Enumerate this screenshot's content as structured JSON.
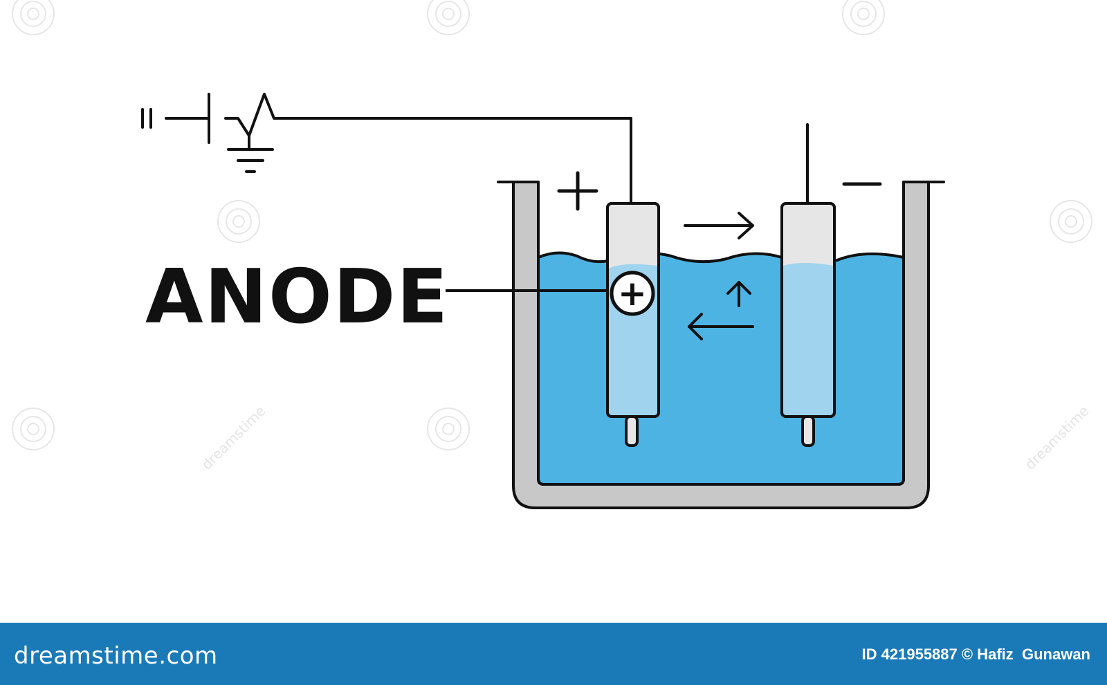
{
  "diagram": {
    "label": "ANODE",
    "plus_sign": "+",
    "minus_sign": "—",
    "anode_symbol": "+",
    "colors": {
      "electrolyte": "#4db3e3",
      "electrolyte_light": "#9fd3ee",
      "container": "#c8c8c8",
      "electrode": "#e6e6e6",
      "stroke": "#111111"
    }
  },
  "watermark": {
    "text": "dreamstime"
  },
  "footer": {
    "logo_text": "dreamstime.com",
    "credit": "ID 421955887 © Hafiz  Gunawan",
    "background": "#1a7ab8"
  }
}
